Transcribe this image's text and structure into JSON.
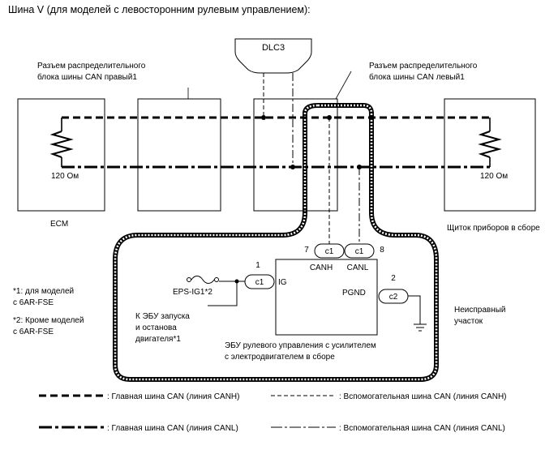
{
  "title": "Шина V (для моделей с левосторонним рулевым управлением):",
  "components": {
    "dlc3": "DLC3",
    "junction_right": [
      "Разъем распределительного",
      "блока шины CAN правый1"
    ],
    "junction_left": [
      "Разъем распределительного",
      "блока шины CAN левый1"
    ],
    "ecm": "ECM",
    "ecm_resistor": "120 Ом",
    "meter": "Щиток приборов в сборе",
    "meter_resistor": "120 Ом",
    "eps_ecu": [
      "ЭБУ рулевого управления с усилителем",
      "с электродвигателем в сборе"
    ],
    "eps_fuse": "EPS-IG1*2",
    "ecu_feed": [
      "К ЭБУ запуска",
      "и останова",
      "двигателя*1"
    ],
    "faulty_area": [
      "Неисправный",
      "участок"
    ]
  },
  "connectors": {
    "pin7": {
      "pin": "7",
      "conn": "c1",
      "signal": "CANH"
    },
    "pin8": {
      "pin": "8",
      "conn": "c1",
      "signal": "CANL"
    },
    "pin1": {
      "pin": "1",
      "conn": "c1",
      "signal": "IG"
    },
    "pin2": {
      "pin": "2",
      "conn": "c2",
      "signal": "PGND"
    }
  },
  "notes": {
    "note1": [
      "*1: для моделей",
      "с 6AR-FSE"
    ],
    "note2": [
      "*2: Кроме моделей",
      "с 6AR-FSE"
    ]
  },
  "legend": {
    "main_canh": ": Главная шина CAN (линия CANH)",
    "sub_canh": ": Вспомогательная шина CAN (линия CANH)",
    "main_canl": ": Главная шина CAN (линия CANL)",
    "sub_canl": ": Вспомогательная шина CAN (линия CANL)"
  }
}
